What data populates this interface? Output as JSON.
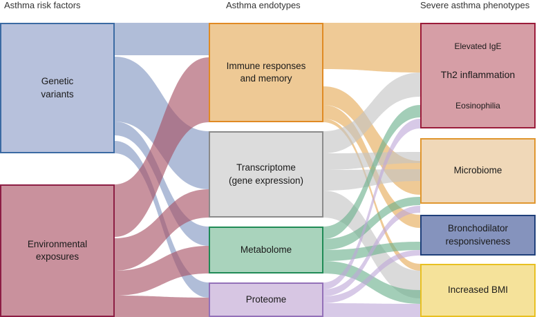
{
  "columns": {
    "risk_factors": "Asthma risk factors",
    "endotypes": "Asthma endotypes",
    "phenotypes": "Severe asthma phenotypes"
  },
  "nodes": {
    "genetic": {
      "line1": "Genetic",
      "line2": "variants",
      "fill": "#b7c1dc",
      "border": "#3b6aa3"
    },
    "environmental": {
      "line1": "Environmental",
      "line2": "exposures",
      "fill": "#c9919d",
      "border": "#8c1d44"
    },
    "immune": {
      "line1": "Immune responses",
      "line2": "and memory",
      "fill": "#eec995",
      "border": "#e08a23"
    },
    "transcriptome": {
      "line1": "Transcriptome",
      "line2": "(gene expression)",
      "fill": "#dcdcdc",
      "border": "#8a8a8a"
    },
    "metabolome": {
      "line1": "Metabolome",
      "fill": "#a9d3bc",
      "border": "#1f8a55"
    },
    "proteome": {
      "line1": "Proteome",
      "fill": "#d7c6e3",
      "border": "#9370b8"
    },
    "th2": {
      "sub1": "Elevated IgE",
      "main": "Th2 inflammation",
      "sub2": "Eosinophilia",
      "fill": "#d69ea6",
      "border": "#9b1b3a"
    },
    "microbiome": {
      "line1": "Microbiome",
      "fill": "#f0d8b8",
      "border": "#e0962e"
    },
    "bronchodilator": {
      "line1": "Bronchodilator",
      "line2": "responsiveness",
      "fill": "#8593bd",
      "border": "#1e3f7a"
    },
    "bmi": {
      "line1": "Increased BMI",
      "fill": "#f5e29a",
      "border": "#e8c021"
    }
  },
  "flow_colors": {
    "genetic": "#8094c0",
    "environmental": "#a74f63",
    "immune": "#e5aa55",
    "transcriptome": "#c4c4c4",
    "metabolome": "#6ab08c",
    "proteome": "#bfa8d9"
  }
}
